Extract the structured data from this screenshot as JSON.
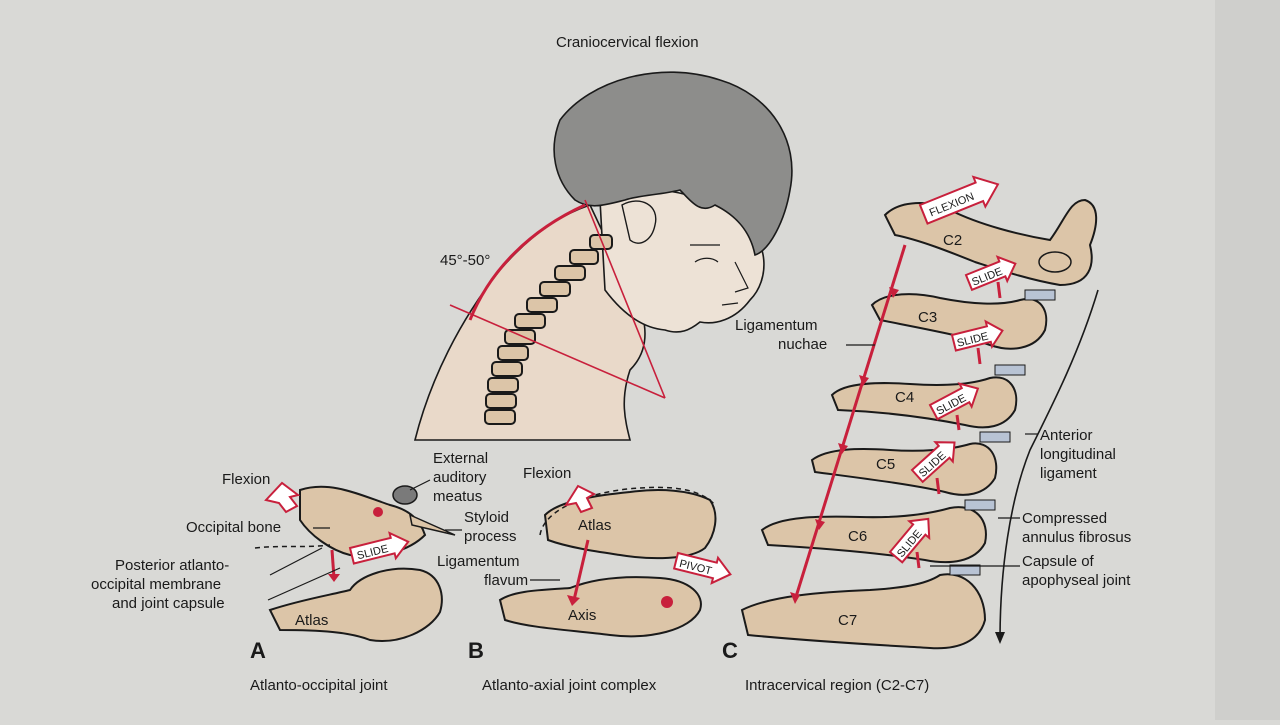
{
  "title": "Craniocervical flexion",
  "angle_label": "45°-50°",
  "panels": {
    "a": {
      "letter": "A",
      "caption": "Atlanto-occipital joint",
      "labels": {
        "flexion": "Flexion",
        "occipital_bone": "Occipital bone",
        "posterior_membrane": [
          "Posterior atlanto-",
          "occipital membrane",
          "and joint capsule"
        ],
        "atlas": "Atlas",
        "external_auditory": [
          "External",
          "auditory",
          "meatus"
        ],
        "styloid": [
          "Styloid",
          "process"
        ],
        "slide": "SLIDE"
      }
    },
    "b": {
      "letter": "B",
      "caption": "Atlanto-axial joint complex",
      "labels": {
        "flexion": "Flexion",
        "atlas": "Atlas",
        "axis": "Axis",
        "ligamentum_flavum": [
          "Ligamentum",
          "flavum"
        ],
        "pivot": "PIVOT"
      }
    },
    "c": {
      "letter": "C",
      "caption": "Intracervical region (C2-C7)",
      "labels": {
        "flexion": "FLEXION",
        "slide": "SLIDE",
        "ligamentum_nuchae": [
          "Ligamentum",
          "nuchae"
        ],
        "anterior_ligament": [
          "Anterior",
          "longitudinal",
          "ligament"
        ],
        "compressed_annulus": [
          "Compressed",
          "annulus fibrosus"
        ],
        "capsule": [
          "Capsule of",
          "apophyseal joint"
        ],
        "vertebrae": [
          "C2",
          "C3",
          "C4",
          "C5",
          "C6",
          "C7"
        ]
      }
    }
  },
  "colors": {
    "arrow": "#c8203c",
    "bone": "#dcc5a8",
    "hair": "#8d8d8b",
    "background": "#d9d9d6"
  }
}
